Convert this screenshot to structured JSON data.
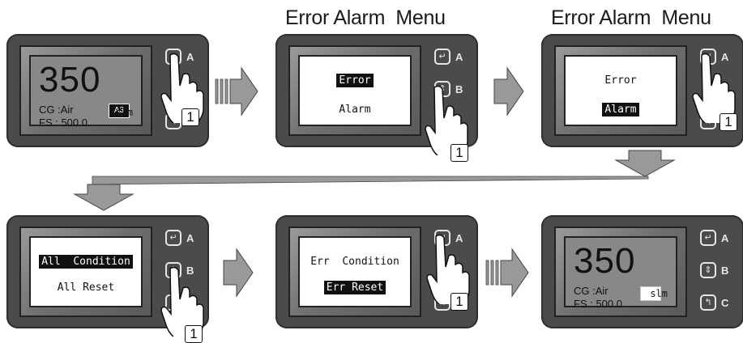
{
  "titles": {
    "step2": "Error Alarm  Menu",
    "step3": "Error Alarm  Menu"
  },
  "keys": {
    "a": "A",
    "b": "B",
    "c": "C"
  },
  "press_number": "1",
  "panel1": {
    "value": "350",
    "gas": "CG :Air",
    "fullscale": "FS : 500.0",
    "unit": "slm",
    "badge": "A3"
  },
  "panel2": {
    "line1": "Error",
    "line2": "Alarm",
    "selected": "line1"
  },
  "panel3": {
    "line1": "Error",
    "line2": "Alarm",
    "selected": "line2"
  },
  "panel4": {
    "line1": "All  Condition",
    "line2": "All Reset",
    "selected": "line1"
  },
  "panel5": {
    "line1": "Err  Condition",
    "line2": "Err Reset",
    "selected": "line2"
  },
  "panel6": {
    "value": "350",
    "gas": "CG :Air",
    "fullscale": "FS : 500.0",
    "unit": "slm"
  },
  "icons": {
    "enter_key": "enter-icon",
    "updown_key": "up-down-icon",
    "back_key": "back-icon",
    "press": "pointing-hand-icon"
  }
}
